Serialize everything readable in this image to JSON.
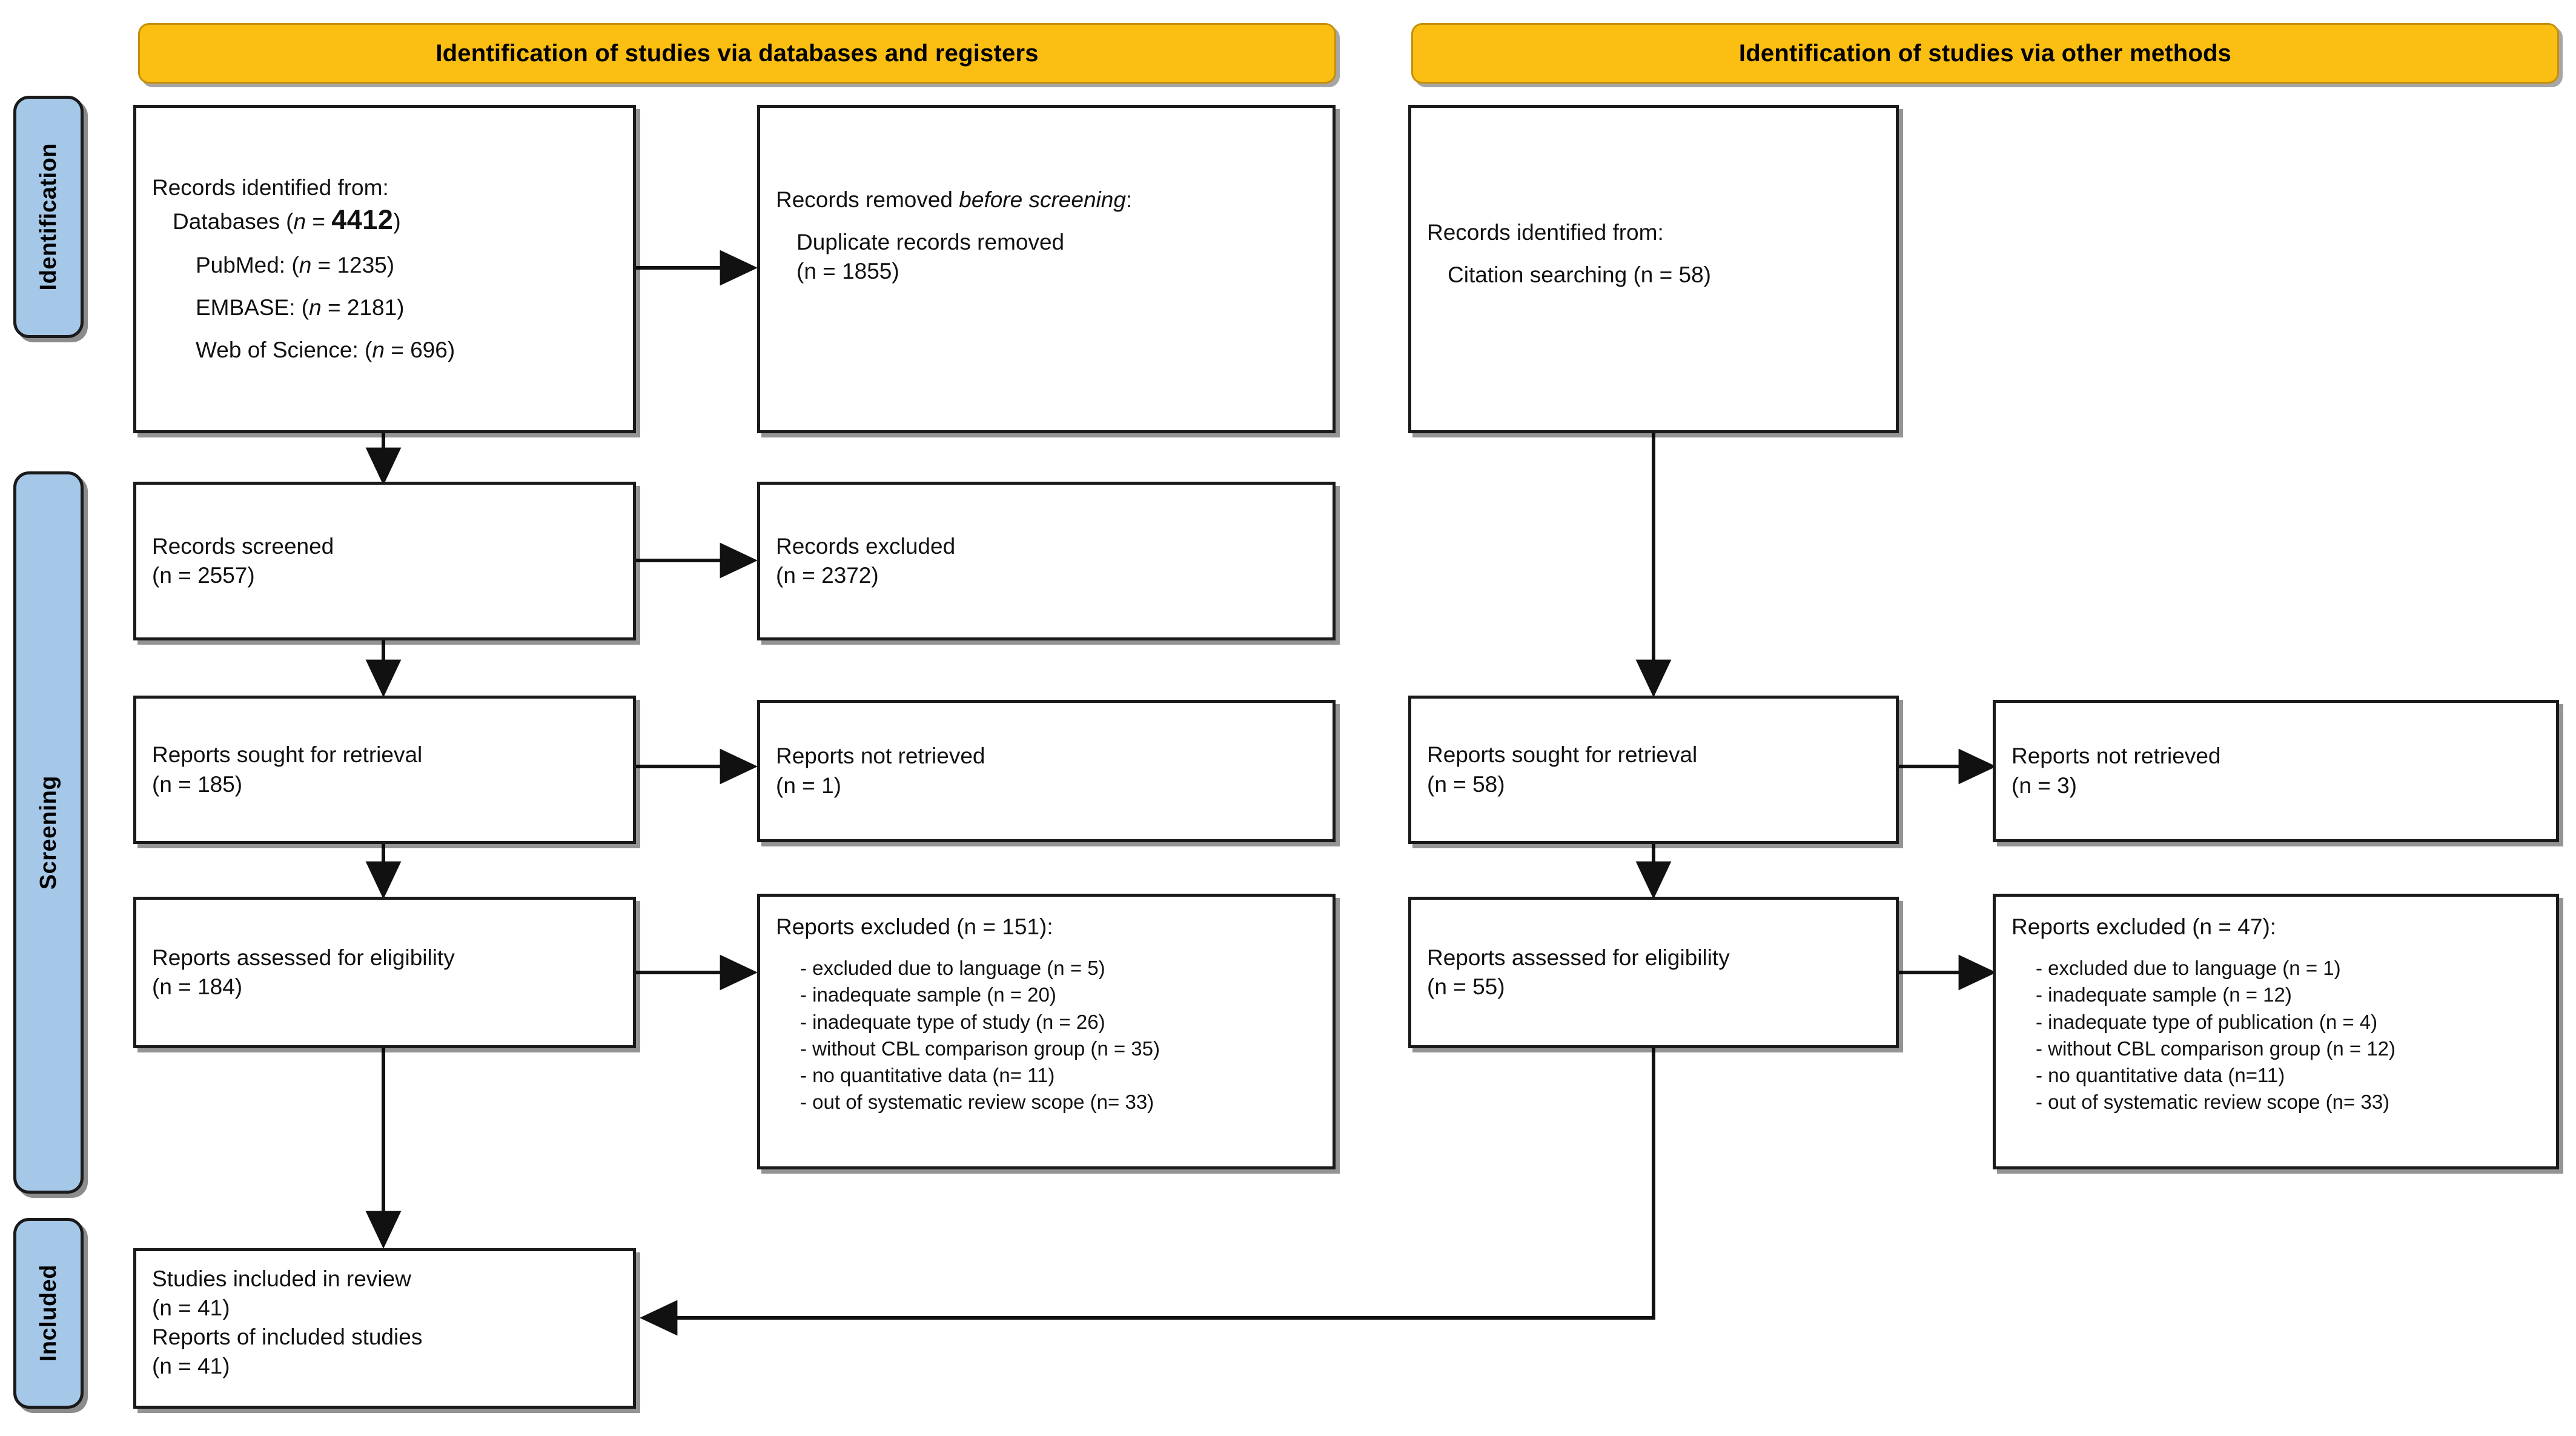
{
  "diagram": {
    "title": "PRISMA 2020 flow diagram",
    "colors": {
      "phase_bar_fill": "#FBBE13",
      "stage_tab_fill": "#A6C8E8",
      "box_border": "#1A1A1A",
      "box_fill": "#FFFFFF",
      "connector": "#111111"
    }
  },
  "phase_bars": [
    {
      "id": "databases-registers",
      "label": "Identification of studies via databases and registers"
    },
    {
      "id": "other-methods",
      "label": "Identification of studies via other methods"
    }
  ],
  "stage_tabs": [
    {
      "id": "identification",
      "label": "Identification"
    },
    {
      "id": "screening",
      "label": "Screening"
    },
    {
      "id": "included",
      "label": "Included"
    }
  ],
  "boxes": {
    "records_identified_databases": {
      "lines": [
        {
          "text": "Records identified from:",
          "indent": 0
        },
        {
          "text": "Databases (",
          "italic_n": "n",
          "eq": " = ",
          "value": "4412",
          "suffix": ")",
          "indent": 1,
          "emphasis": true
        },
        {
          "text": "PubMed: (",
          "italic_n": "n",
          "eq": " = ",
          "value": "1235",
          "suffix": ")",
          "indent": 2
        },
        {
          "text": "EMBASE: (",
          "italic_n": "n",
          "eq": " = ",
          "value": "2181",
          "suffix": ")",
          "indent": 2
        },
        {
          "text": "Web of Science: (",
          "italic_n": "n",
          "eq": " = ",
          "value": "696",
          "suffix": ")",
          "indent": 2
        }
      ]
    },
    "records_removed_before_screening": {
      "heading_prefix": "Records removed ",
      "heading_italic": "before screening",
      "heading_suffix": ":",
      "detail_label": "Duplicate records removed",
      "detail_count": "(n = 1855)"
    },
    "records_identified_other": {
      "heading": "Records identified from:",
      "detail": "Citation searching (n = 58)"
    },
    "records_screened": {
      "label": "Records screened",
      "count": "(n = 2557)"
    },
    "records_excluded": {
      "label": "Records excluded",
      "count": "(n = 2372)"
    },
    "reports_sought_left": {
      "label": "Reports sought for retrieval",
      "count": "(n = 185)"
    },
    "reports_not_retrieved_left": {
      "label": "Reports not retrieved",
      "count": "(n = 1)"
    },
    "reports_sought_right": {
      "label": "Reports sought for retrieval",
      "count": "(n = 58)"
    },
    "reports_not_retrieved_right": {
      "label": "Reports not retrieved",
      "count": "(n = 3)"
    },
    "reports_assessed_left": {
      "label": "Reports assessed for eligibility",
      "count": "(n = 184)"
    },
    "reports_assessed_right": {
      "label": "Reports assessed for eligibility",
      "count": "(n = 55)"
    },
    "reports_excluded_left": {
      "heading": "Reports excluded (n = 151):",
      "items": [
        "- excluded due to language (n = 5)",
        "- inadequate sample (n = 20)",
        "- inadequate type of study (n = 26)",
        "- without CBL comparison group (n = 35)",
        "- no quantitative data (n= 11)",
        "- out of systematic review scope (n= 33)"
      ]
    },
    "reports_excluded_right": {
      "heading": "Reports excluded (n = 47):",
      "items": [
        "- excluded due to language (n = 1)",
        "- inadequate sample (n = 12)",
        "- inadequate type of publication (n = 4)",
        "- without CBL comparison group (n = 12)",
        "- no quantitative data (n=11)",
        "- out of systematic review scope (n= 33)"
      ]
    },
    "studies_included": {
      "label_studies": "Studies included in review",
      "count_studies": "(n = 41)",
      "label_reports": "Reports of included studies",
      "count_reports": "(n = 41)"
    }
  },
  "chart_data": {
    "type": "diagram",
    "title": "PRISMA 2020 flow diagram",
    "nodes": [
      {
        "id": "records_identified_databases",
        "stage": "Identification",
        "column": "databases-registers",
        "n": 4412,
        "breakdown": [
          {
            "source": "PubMed",
            "n": 1235
          },
          {
            "source": "EMBASE",
            "n": 2181
          },
          {
            "source": "Web of Science",
            "n": 696
          }
        ]
      },
      {
        "id": "records_removed_before_screening",
        "stage": "Identification",
        "column": "databases-registers",
        "duplicate_records_removed": 1855
      },
      {
        "id": "records_identified_other",
        "stage": "Identification",
        "column": "other-methods",
        "citation_searching": 58
      },
      {
        "id": "records_screened",
        "stage": "Screening",
        "column": "databases-registers",
        "n": 2557
      },
      {
        "id": "records_excluded",
        "stage": "Screening",
        "column": "databases-registers",
        "n": 2372
      },
      {
        "id": "reports_sought_left",
        "stage": "Screening",
        "column": "databases-registers",
        "n": 185
      },
      {
        "id": "reports_not_retrieved_left",
        "stage": "Screening",
        "column": "databases-registers",
        "n": 1
      },
      {
        "id": "reports_assessed_left",
        "stage": "Screening",
        "column": "databases-registers",
        "n": 184
      },
      {
        "id": "reports_excluded_left",
        "stage": "Screening",
        "column": "databases-registers",
        "n": 151,
        "reasons": [
          {
            "reason": "excluded due to language",
            "n": 5
          },
          {
            "reason": "inadequate sample",
            "n": 20
          },
          {
            "reason": "inadequate type of study",
            "n": 26
          },
          {
            "reason": "without CBL comparison group",
            "n": 35
          },
          {
            "reason": "no quantitative data",
            "n": 11
          },
          {
            "reason": "out of systematic review scope",
            "n": 33
          }
        ]
      },
      {
        "id": "reports_sought_right",
        "stage": "Screening",
        "column": "other-methods",
        "n": 58
      },
      {
        "id": "reports_not_retrieved_right",
        "stage": "Screening",
        "column": "other-methods",
        "n": 3
      },
      {
        "id": "reports_assessed_right",
        "stage": "Screening",
        "column": "other-methods",
        "n": 55
      },
      {
        "id": "reports_excluded_right",
        "stage": "Screening",
        "column": "other-methods",
        "n": 47,
        "reasons": [
          {
            "reason": "excluded due to language",
            "n": 1
          },
          {
            "reason": "inadequate sample",
            "n": 12
          },
          {
            "reason": "inadequate type of publication",
            "n": 4
          },
          {
            "reason": "without CBL comparison group",
            "n": 12
          },
          {
            "reason": "no quantitative data",
            "n": 11
          },
          {
            "reason": "out of systematic review scope",
            "n": 33
          }
        ]
      },
      {
        "id": "studies_included",
        "stage": "Included",
        "studies_in_review": 41,
        "reports_of_included_studies": 41
      }
    ],
    "edges": [
      {
        "from": "records_identified_databases",
        "to": "records_removed_before_screening"
      },
      {
        "from": "records_identified_databases",
        "to": "records_screened"
      },
      {
        "from": "records_screened",
        "to": "records_excluded"
      },
      {
        "from": "records_screened",
        "to": "reports_sought_left"
      },
      {
        "from": "reports_sought_left",
        "to": "reports_not_retrieved_left"
      },
      {
        "from": "reports_sought_left",
        "to": "reports_assessed_left"
      },
      {
        "from": "reports_assessed_left",
        "to": "reports_excluded_left"
      },
      {
        "from": "reports_assessed_left",
        "to": "studies_included"
      },
      {
        "from": "records_identified_other",
        "to": "reports_sought_right"
      },
      {
        "from": "reports_sought_right",
        "to": "reports_not_retrieved_right"
      },
      {
        "from": "reports_sought_right",
        "to": "reports_assessed_right"
      },
      {
        "from": "reports_assessed_right",
        "to": "reports_excluded_right"
      },
      {
        "from": "reports_assessed_right",
        "to": "studies_included"
      }
    ]
  }
}
